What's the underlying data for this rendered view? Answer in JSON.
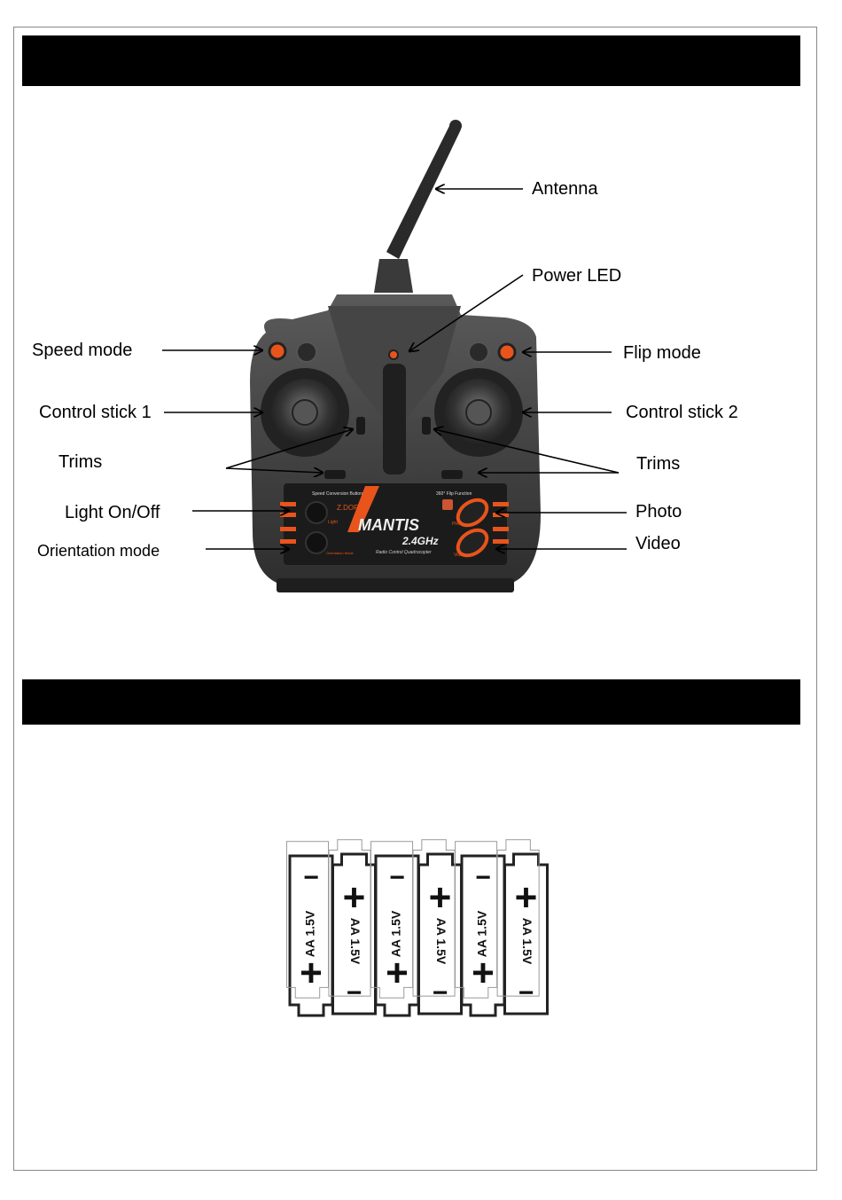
{
  "labels": {
    "antenna": "Antenna",
    "power_led": "Power LED",
    "speed_mode": "Speed mode",
    "flip_mode": "Flip mode",
    "control_stick_1": "Control stick 1",
    "control_stick_2": "Control stick 2",
    "trims_left": "Trims",
    "trims_right": "Trims",
    "light_on_off": "Light On/Off",
    "photo": "Photo",
    "orientation_mode": "Orientation mode",
    "video": "Video"
  },
  "controller": {
    "panel_top_left": "Speed Conversion Button",
    "panel_top_right": "360° Flip Function",
    "brand": "Z.DORO",
    "model": "MANTIS",
    "frequency": "2.4GHz",
    "subtitle": "Radio Control Quadrocopter",
    "btn_light": "Light",
    "btn_orientation": "Orientation Mode",
    "btn_photo": "Photo",
    "btn_video": "Video"
  },
  "batteries": {
    "label": "AA 1.5V",
    "count": 6,
    "plus": "+",
    "minus": "−"
  },
  "colors": {
    "accent_orange": "#e8541c",
    "body_dark": "#3a3a3a",
    "bar": "#000000"
  }
}
